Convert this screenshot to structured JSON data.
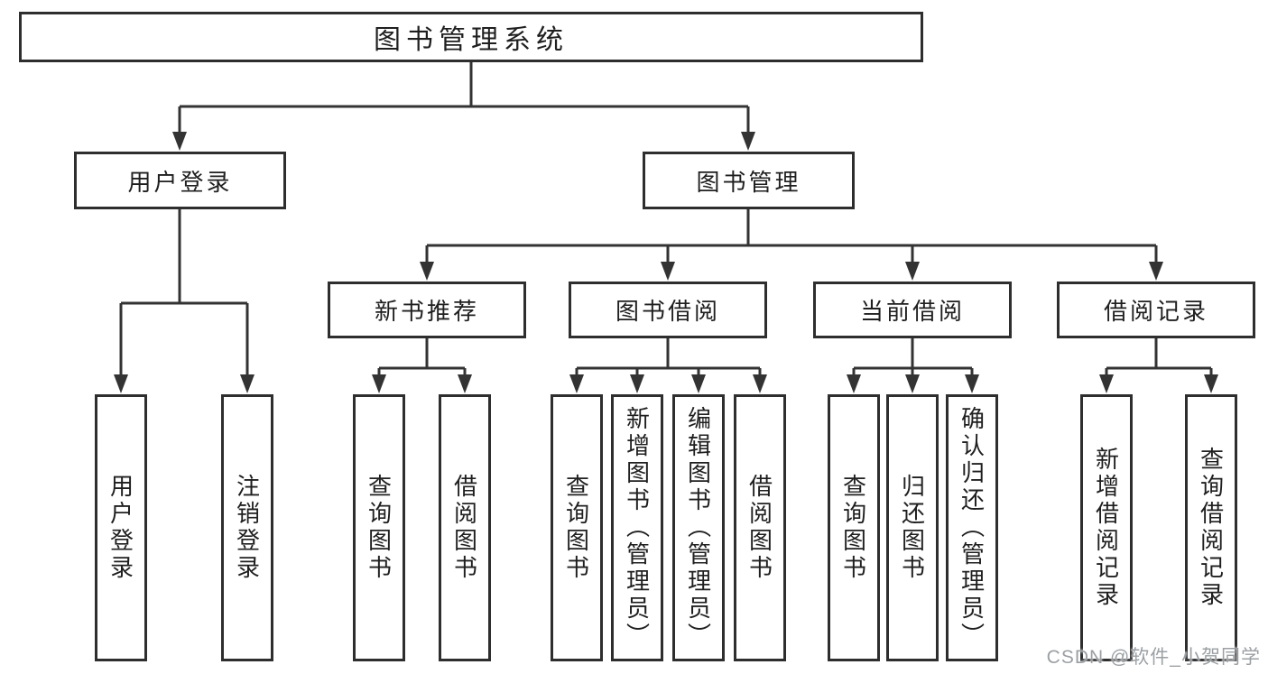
{
  "tree": {
    "root": {
      "label": "图书管理系统"
    },
    "branches": [
      {
        "label": "用户登录",
        "children": [
          {
            "label": "用户登录"
          },
          {
            "label": "注销登录"
          }
        ]
      },
      {
        "label": "图书管理",
        "children": [
          {
            "label": "新书推荐",
            "children": [
              {
                "label": "查询图书"
              },
              {
                "label": "借阅图书"
              }
            ]
          },
          {
            "label": "图书借阅",
            "children": [
              {
                "label": "查询图书"
              },
              {
                "label": "新增图书（管理员）"
              },
              {
                "label": "编辑图书（管理员）"
              },
              {
                "label": "借阅图书"
              }
            ]
          },
          {
            "label": "当前借阅",
            "children": [
              {
                "label": "查询图书"
              },
              {
                "label": "归还图书"
              },
              {
                "label": "确认归还（管理员）"
              }
            ]
          },
          {
            "label": "借阅记录",
            "children": [
              {
                "label": "新增借阅记录"
              },
              {
                "label": "查询借阅记录"
              }
            ]
          }
        ]
      }
    ]
  },
  "watermark": "CSDN @软件_小贺同学",
  "colors": {
    "line": "#333333",
    "box_border": "#2e2e2e",
    "text": "#1f1f1f",
    "background": "#ffffff",
    "watermark_gray": "#8a8f94"
  }
}
